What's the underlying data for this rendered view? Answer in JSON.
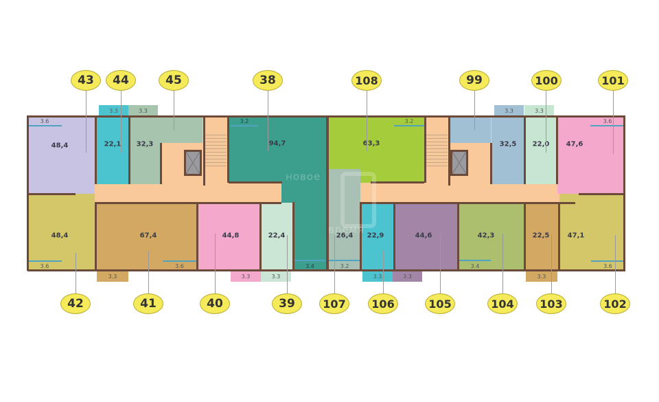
{
  "floor_plan": {
    "watermark": {
      "line1": "новое",
      "line2": "время"
    },
    "colors": {
      "corridor": "#f9c99a",
      "wall": "#6b4a3a",
      "window": "#4fa3c1",
      "badge_fill": "#f4ea5a",
      "badge_border": "#b9ad2e"
    },
    "apartments_top": [
      {
        "number": "43",
        "area": "48,4",
        "balcony": "3.6",
        "color": "#c8c3e3"
      },
      {
        "number": "44",
        "area": "22,1",
        "balcony": "3.3",
        "color": "#4cc4d0"
      },
      {
        "number": "45",
        "area": "32,3",
        "balcony": "3.3",
        "color": "#a7c4ae"
      },
      {
        "number": "38",
        "area": "94,7",
        "balcony": "3.2",
        "color": "#3c9e8c"
      },
      {
        "number": "108",
        "area": "63,3",
        "balcony": "3.2",
        "color": "#a5cc3a"
      },
      {
        "number": "99",
        "area": "32,5",
        "balcony": "3.3",
        "color": "#a2c0d4"
      },
      {
        "number": "100",
        "area": "22,0",
        "balcony": "3.3",
        "color": "#c7e6d2"
      },
      {
        "number": "101",
        "area": "47,6",
        "balcony": "3.6",
        "color": "#f4a8cc"
      }
    ],
    "apartments_bottom": [
      {
        "number": "42",
        "area": "48,4",
        "balcony": "3.6",
        "color": "#d3c76a"
      },
      {
        "number": "41",
        "area": "67,4",
        "balcony": "3.3",
        "balcony2": "3.6",
        "color": "#d3a862"
      },
      {
        "number": "40",
        "area": "44,8",
        "balcony": "3.3",
        "color": "#f4a8cc"
      },
      {
        "number": "39",
        "area": "22,4",
        "balcony": "3.3",
        "color": "#cce6d5"
      },
      {
        "number": "38",
        "balcony": "3.4",
        "color": "#3c9e8c"
      },
      {
        "number": "107",
        "area": "26,4",
        "balcony": "3.2",
        "color": "#a9c1b4"
      },
      {
        "number": "106",
        "area": "22,9",
        "balcony": "3.3",
        "color": "#4cc4d0"
      },
      {
        "number": "105",
        "area": "44,6",
        "balcony": "3.3",
        "color": "#a385a7"
      },
      {
        "number": "104",
        "area": "42,3",
        "balcony": "3.4",
        "color": "#abbf6f"
      },
      {
        "number": "103",
        "area": "22,5",
        "balcony": "3.3",
        "color": "#d3a862"
      },
      {
        "number": "102",
        "area": "47,1",
        "balcony": "3.6",
        "color": "#d3c76a"
      }
    ]
  }
}
